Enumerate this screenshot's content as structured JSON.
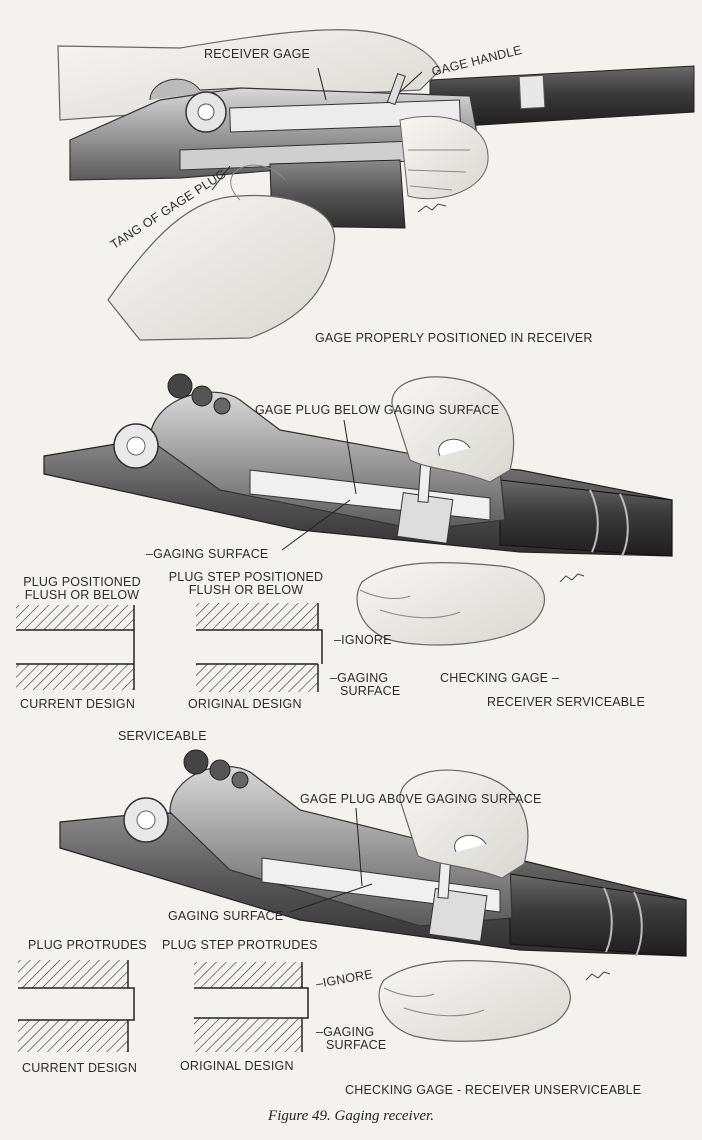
{
  "panel1": {
    "receiver_gage": "RECEIVER GAGE",
    "gage_handle": "GAGE HANDLE",
    "tang_of_gage_plug": "TANG OF GAGE PLUG",
    "caption": "GAGE PROPERLY POSITIONED IN RECEIVER"
  },
  "panel2": {
    "callout": "GAGE PLUG BELOW GAGING SURFACE",
    "gaging_surface": "–GAGING SURFACE",
    "current_title_line1": "PLUG POSITIONED",
    "current_title_line2": "FLUSH OR BELOW",
    "original_title_line1": "PLUG STEP POSITIONED",
    "original_title_line2": "FLUSH OR BELOW",
    "ignore": "–IGNORE",
    "gaging_surface_2_line1": "–GAGING",
    "gaging_surface_2_line2": "SURFACE",
    "current_design": "CURRENT DESIGN",
    "original_design": "ORIGINAL DESIGN",
    "checking_line1": "CHECKING GAGE –",
    "checking_line2": "RECEIVER SERVICEABLE",
    "serviceable": "SERVICEABLE"
  },
  "panel3": {
    "callout": "GAGE PLUG ABOVE GAGING SURFACE",
    "gaging_surface": "GAGING SURFACE",
    "current_title": "PLUG PROTRUDES",
    "original_title": "PLUG STEP PROTRUDES",
    "ignore": "–IGNORE",
    "gaging_surface_2_line1": "–GAGING",
    "gaging_surface_2_line2": "SURFACE",
    "current_design": "CURRENT DESIGN",
    "original_design": "ORIGINAL DESIGN",
    "checking": "CHECKING GAGE - RECEIVER UNSERVICEABLE"
  },
  "figure_caption": "Figure 49. Gaging receiver."
}
